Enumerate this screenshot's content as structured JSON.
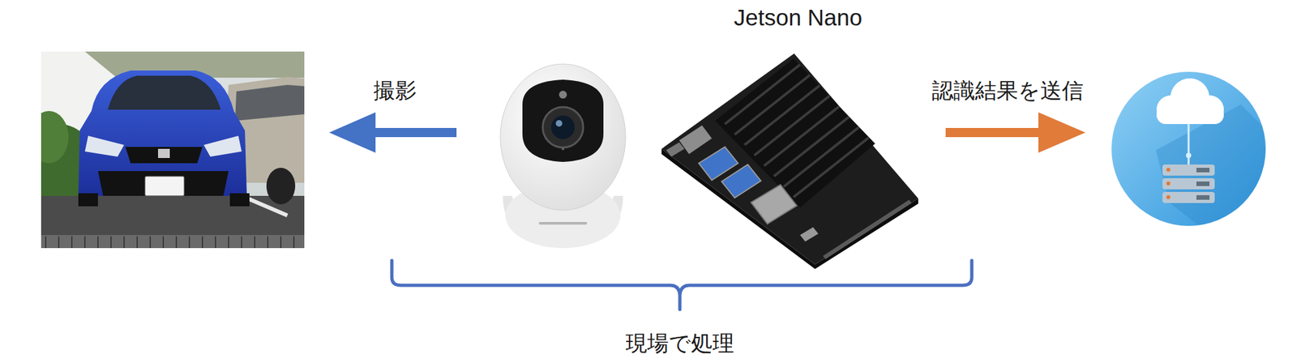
{
  "diagram": {
    "nodes": [
      {
        "text": [
          "Jetson Nano"
        ]
      }
    ],
    "labels": [
      "撮影",
      "認識結果を送信",
      "現場で処理"
    ]
  }
}
